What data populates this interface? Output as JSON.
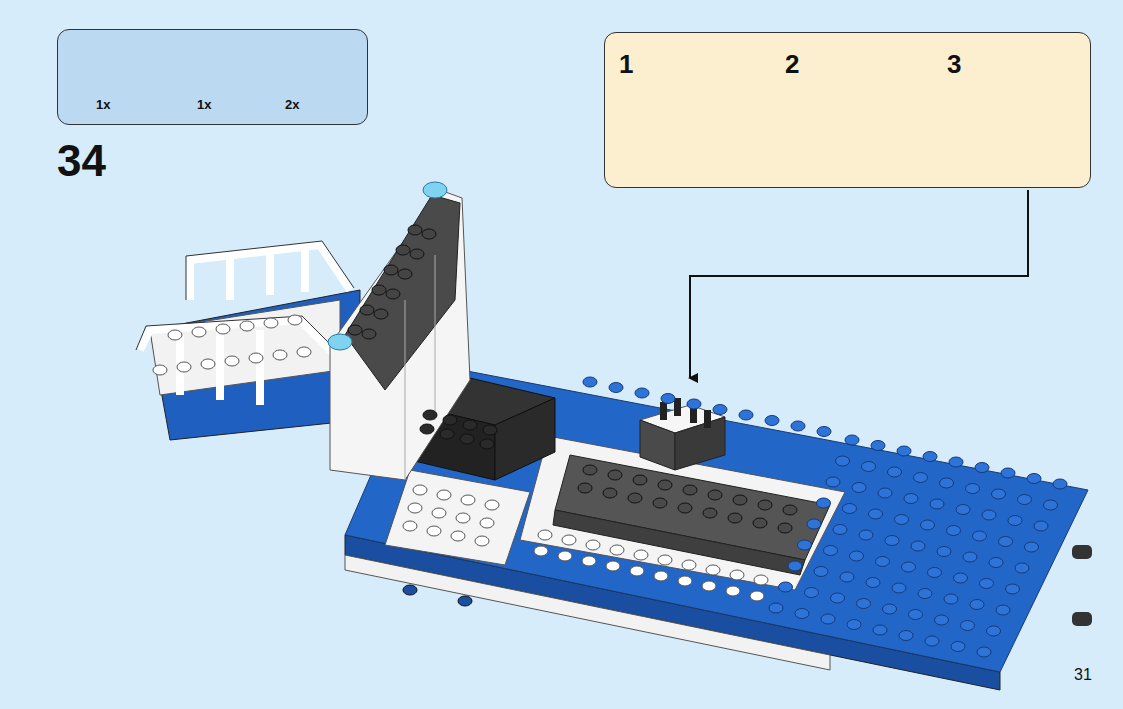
{
  "diagram": {
    "nodes": [
      {
        "text": [
          "1x",
          "1x",
          "2x"
        ]
      },
      {
        "text": [
          "1",
          "2",
          "3"
        ]
      }
    ],
    "labels": [
      "34",
      "31"
    ]
  }
}
